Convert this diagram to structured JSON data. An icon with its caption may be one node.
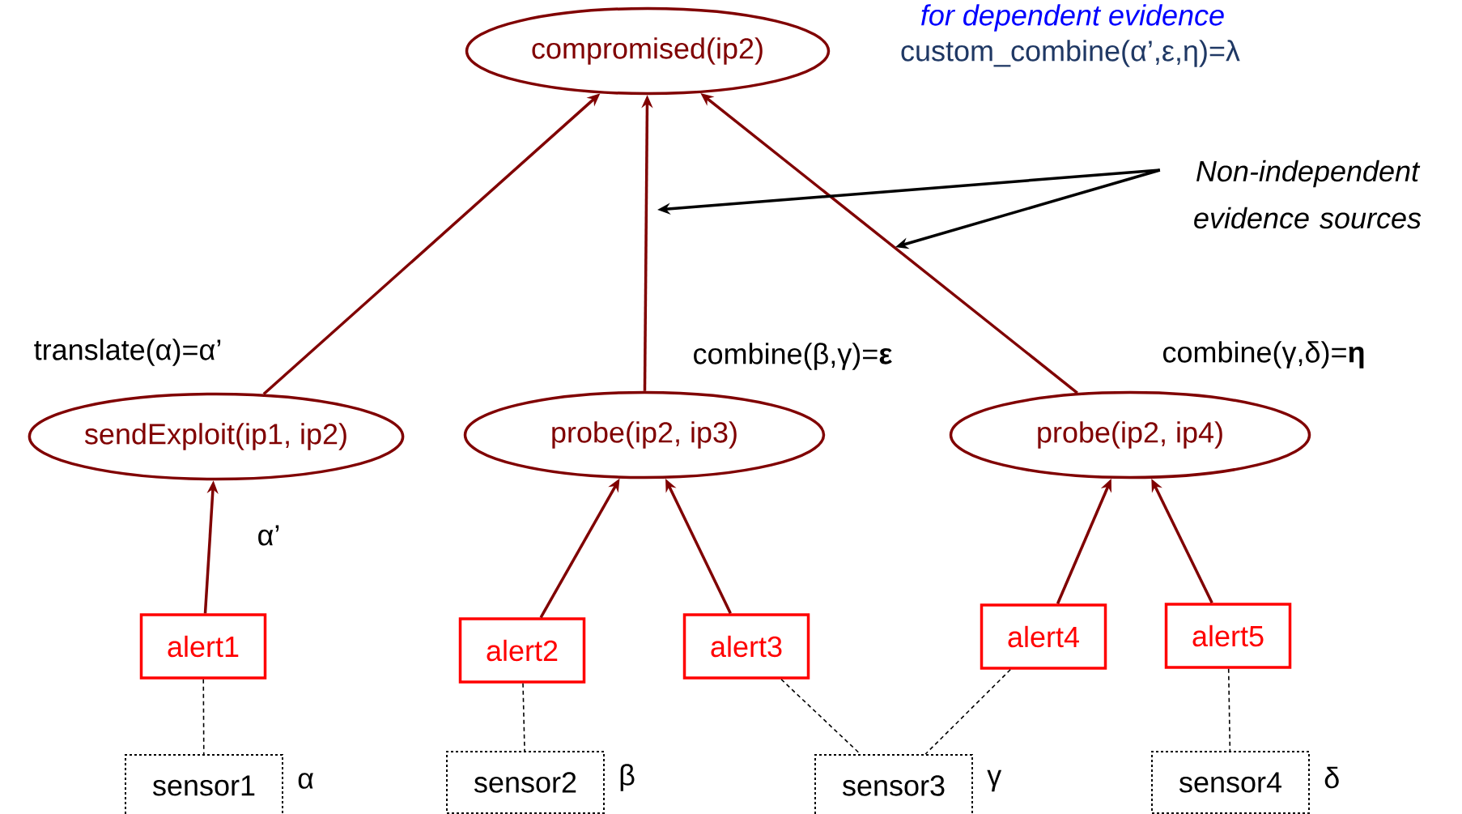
{
  "diagram": {
    "nodes": [
      {
        "text": [
          "compromised(ip2)"
        ]
      },
      {
        "text": [
          "sendExploit(ip1,  ip2)"
        ]
      },
      {
        "text": [
          "probe(ip2,  ip3)"
        ]
      },
      {
        "text": [
          "probe(ip2,  ip4)"
        ]
      },
      {
        "text": [
          "alert1"
        ]
      },
      {
        "text": [
          "alert2"
        ]
      },
      {
        "text": [
          "alert3"
        ]
      },
      {
        "text": [
          "alert4"
        ]
      },
      {
        "text": [
          "alert5"
        ]
      },
      {
        "text": [
          "sensor1"
        ],
        "beside": [
          "α"
        ]
      },
      {
        "text": [
          "sensor2"
        ],
        "beside": [
          "β"
        ]
      },
      {
        "text": [
          "sensor3"
        ],
        "beside": [
          "γ"
        ]
      },
      {
        "text": [
          "sensor4"
        ],
        "beside": [
          "δ"
        ]
      },
      {
        "text": [
          "Non-independent evidence sources"
        ]
      }
    ],
    "edges": [
      {
        "from": 1,
        "to": 0,
        "arrow": "to"
      },
      {
        "from": 2,
        "to": 0,
        "arrow": "to"
      },
      {
        "from": 3,
        "to": 0,
        "arrow": "to"
      },
      {
        "from": 4,
        "to": 1,
        "arrow": "to"
      },
      {
        "from": 5,
        "to": 2,
        "arrow": "to"
      },
      {
        "from": 6,
        "to": 2,
        "arrow": "to"
      },
      {
        "from": 7,
        "to": 3,
        "arrow": "to"
      },
      {
        "from": 8,
        "to": 3,
        "arrow": "to"
      },
      {
        "from": 4,
        "to": 9,
        "arrow": "none",
        "style": "dashed",
        "color": "#000000"
      },
      {
        "from": 5,
        "to": 10,
        "arrow": "none",
        "style": "dashed",
        "color": "#000000"
      },
      {
        "from": 6,
        "to": 11,
        "arrow": "none",
        "style": "dashed",
        "color": "#000000"
      },
      {
        "from": 7,
        "to": 11,
        "arrow": "none",
        "style": "dashed",
        "color": "#000000"
      },
      {
        "from": 8,
        "to": 12,
        "arrow": "none",
        "style": "dashed",
        "color": "#000000"
      },
      {
        "from": 13,
        "to": null,
        "arrow": "to",
        "color": "#000000"
      },
      {
        "from": 13,
        "to": null,
        "arrow": "to",
        "color": "#000000"
      }
    ],
    "labels": [
      "for dependent evidence",
      "custom_combine(α’,ε,η)=λ",
      "translate(α)=α’",
      "combine(β,γ)=**ε**",
      "combine(γ,δ)=**η**",
      "α’"
    ]
  }
}
